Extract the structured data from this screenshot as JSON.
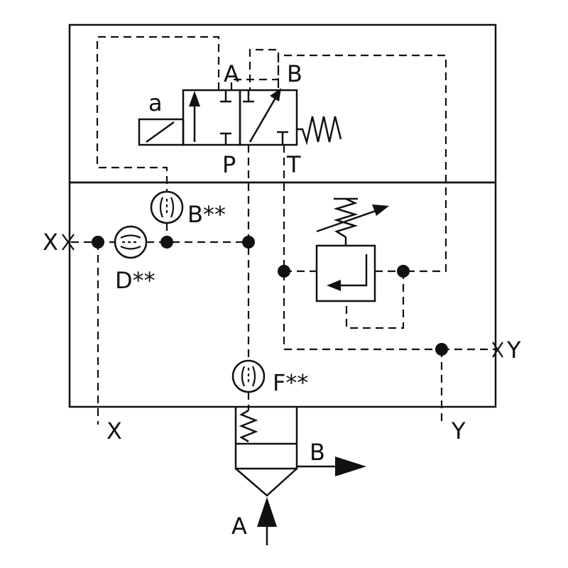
{
  "labels": {
    "a": "a",
    "A_valve": "A",
    "B_valve": "B",
    "P": "P",
    "T": "T",
    "B_orifice": "B**",
    "D_orifice": "D**",
    "F_orifice": "F**",
    "X_left": "X",
    "Y_right": "Y",
    "X_bottom": "X",
    "Y_bottom": "Y",
    "B_out": "B",
    "A_in": "A"
  }
}
